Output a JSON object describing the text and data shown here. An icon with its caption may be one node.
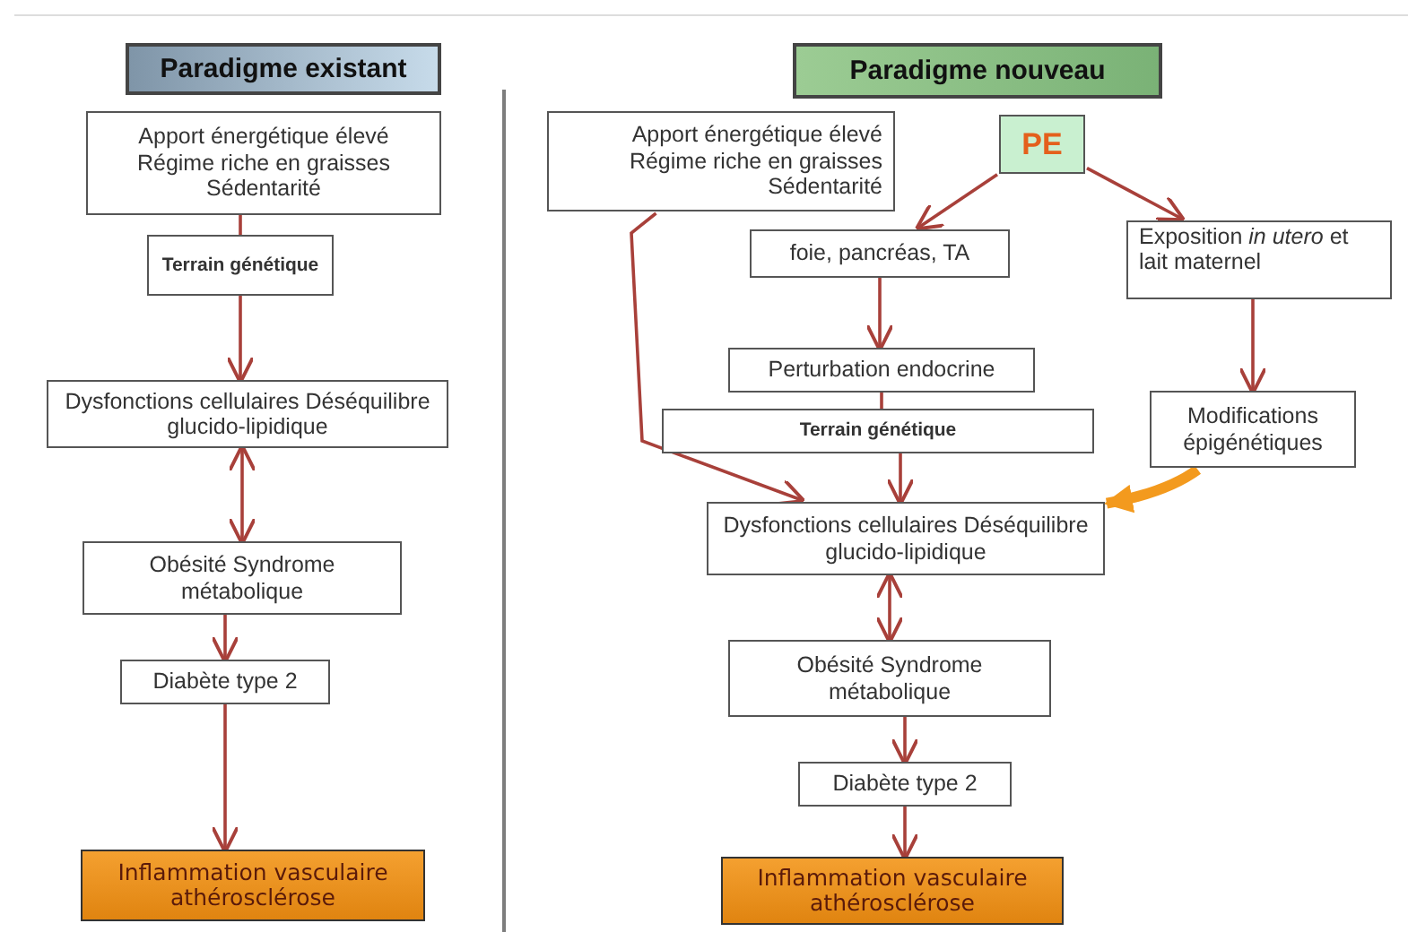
{
  "diagram": {
    "nodes": [
      {
        "text": [
          "Paradigme existant"
        ]
      },
      {
        "text": [
          "Apport énergétique élevé Régime riche en graisses Sédentarité"
        ]
      },
      {
        "text": [
          "Terrain génétique"
        ]
      },
      {
        "text": [
          "Dysfonctions cellulaires Déséquilibre glucido-lipidique"
        ]
      },
      {
        "text": [
          "Obésité Syndrome métabolique"
        ]
      },
      {
        "text": [
          "Diabète type 2"
        ]
      },
      {
        "text": [
          "Inflammation vasculaire athérosclérose"
        ]
      },
      {
        "text": [
          "Paradigme nouveau"
        ]
      },
      {
        "text": [
          "Apport énergétique élevé Régime riche en graisses Sédentarité"
        ]
      },
      {
        "text": [
          "PE"
        ]
      },
      {
        "text": [
          "foie, pancréas, TA"
        ]
      },
      {
        "text": [
          "Exposition *in utero* et lait maternel"
        ]
      },
      {
        "text": [
          "Perturbation endocrine"
        ]
      },
      {
        "text": [
          "Terrain génétique"
        ]
      },
      {
        "text": [
          "Modifications épigénétiques"
        ]
      },
      {
        "text": [
          "Dysfonctions cellulaires Déséquilibre glucido-lipidique"
        ]
      },
      {
        "text": [
          "Obésité Syndrome métabolique"
        ]
      },
      {
        "text": [
          "Diabète type 2"
        ]
      },
      {
        "text": [
          "Inflammation vasculaire athérosclérose"
        ]
      }
    ],
    "edges": [
      {
        "from": 1,
        "to": 2,
        "arrow": "none"
      },
      {
        "from": 2,
        "to": 3,
        "arrow": "to"
      },
      {
        "from": 3,
        "to": 4,
        "arrow": "both"
      },
      {
        "from": 4,
        "to": 5,
        "arrow": "to"
      },
      {
        "from": 5,
        "to": 6,
        "arrow": "to"
      },
      {
        "from": 9,
        "to": 10,
        "arrow": "to"
      },
      {
        "from": 9,
        "to": 11,
        "arrow": "to"
      },
      {
        "from": 10,
        "to": 12,
        "arrow": "to"
      },
      {
        "from": 12,
        "to": 13,
        "arrow": "none"
      },
      {
        "from": 13,
        "to": 15,
        "arrow": "to"
      },
      {
        "from": 8,
        "to": 15,
        "arrow": "to"
      },
      {
        "from": 11,
        "to": 14,
        "arrow": "to"
      },
      {
        "from": 14,
        "to": 15,
        "arrow": "to",
        "style": "thick",
        "color": "#f39a1e"
      },
      {
        "from": 15,
        "to": 16,
        "arrow": "both"
      },
      {
        "from": 16,
        "to": 17,
        "arrow": "to"
      },
      {
        "from": 17,
        "to": 18,
        "arrow": "to"
      }
    ]
  }
}
